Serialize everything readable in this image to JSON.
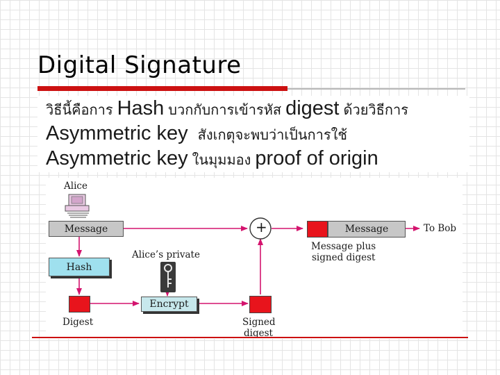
{
  "slide": {
    "title": "Digital Signature",
    "body_lines": [
      [
        "วิธีนี้คือการ",
        "Hash",
        "บวกกับการเข้ารหัส",
        "digest",
        "ด้วยวิธีการ"
      ],
      [
        "Asymmetric key",
        "สังเกตุจะพบว่าเป็นการใช้"
      ],
      [
        "Asymmetric key",
        "ในมุมมอง",
        "proof of origin"
      ]
    ]
  },
  "diagram": {
    "alice_label": "Alice",
    "message_box": "Message",
    "hash_box": "Hash",
    "alice_private_label": "Alice’s private",
    "encrypt_box": "Encrypt",
    "digest_label": "Digest",
    "signed_digest_label": [
      "Signed",
      "digest"
    ],
    "plus_symbol": "+",
    "output_message_box": "Message",
    "message_plus_label": [
      "Message plus",
      "signed digest"
    ],
    "to_bob_label": "To Bob",
    "colors": {
      "arrow": "#d4146e",
      "red_block": "#e8141c",
      "hash_box": "#9fe0ee",
      "title_rule": "#cc1111"
    }
  }
}
